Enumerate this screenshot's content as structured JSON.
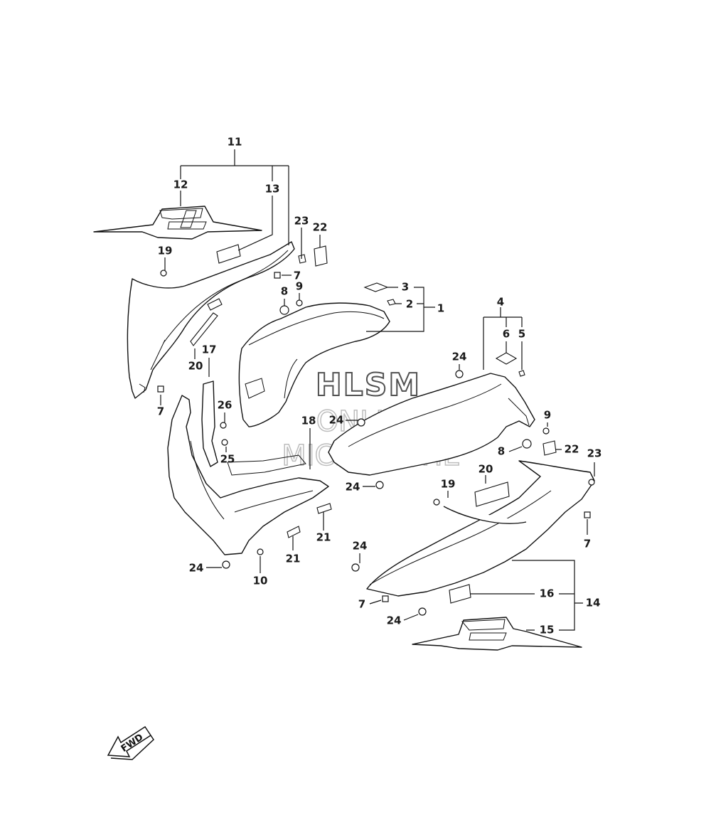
{
  "watermark": {
    "line1": "HLSM",
    "line2": "ONLINE",
    "line3": "MICROFICHE"
  },
  "fwd_label": "FWD",
  "callouts": {
    "c11": "11",
    "c12": "12",
    "c13": "13",
    "c23a": "23",
    "c22a": "22",
    "c19a": "19",
    "c7a": "7",
    "c8a": "8",
    "c9a": "9",
    "c3": "3",
    "c2": "2",
    "c1": "1",
    "c20a": "20",
    "c17": "17",
    "c7b": "7",
    "c26": "26",
    "c25": "25",
    "c18": "18",
    "c24a": "24",
    "c24b": "24",
    "c4": "4",
    "c6": "6",
    "c5": "5",
    "c9b": "9",
    "c8b": "8",
    "c22b": "22",
    "c23b": "23",
    "c20b": "20",
    "c19b": "19",
    "c24c": "24",
    "c7c": "7",
    "c21a": "21",
    "c21b": "21",
    "c24d": "24",
    "c10": "10",
    "c24e": "24",
    "c16": "16",
    "c14": "14",
    "c7d": "7",
    "c24f": "24",
    "c15": "15"
  }
}
